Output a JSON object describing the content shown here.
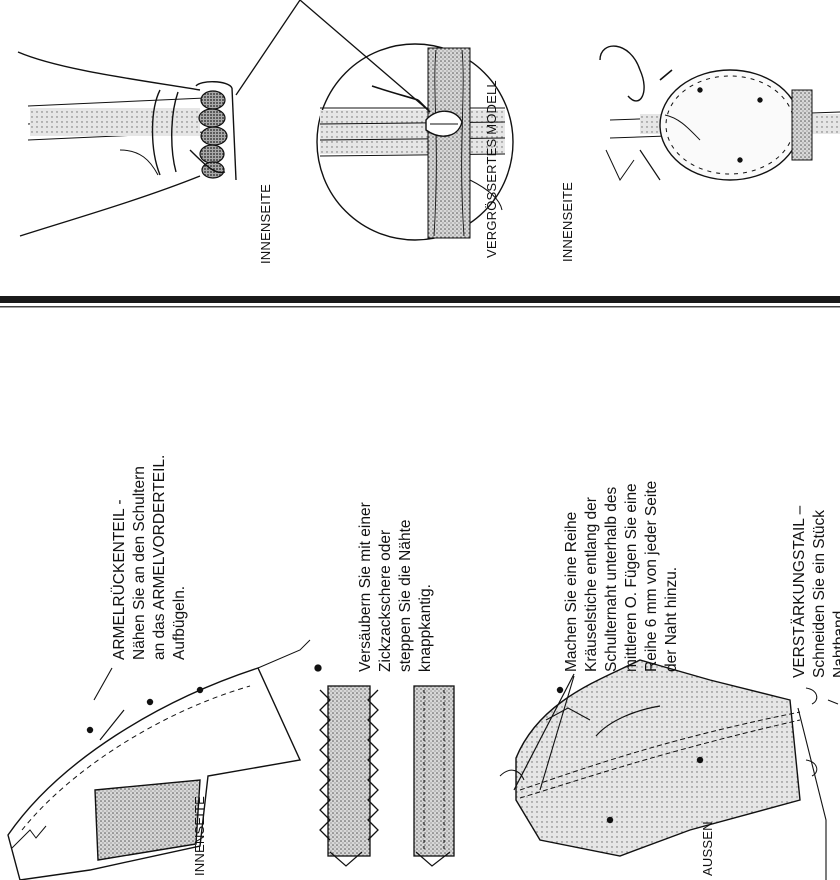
{
  "labels": {
    "innenseite_top_left": "INNENSEITE",
    "vergroessertes_modell": "VERGRÖSSERTES MODELL",
    "innenseite_top_right": "INNENSEITE",
    "innenseite_bottom_left": "INNENSEITE",
    "aussen": "AUSSEN"
  },
  "instructions": {
    "step1": "ARMELRÜCKENTEIL -\nNähen Sie an den Schultern\nan das ARMELVORDERTEIL.\nAufbügeln.",
    "step2": "Versäubern Sie mit einer\nZickzackschere oder\nsteppen Sie die Nähte\nknappkantig.",
    "step3": "Machen Sie eine Reihe\nKräuselstiche entlang der\nSchulternaht unterhalb des\nmittleren O. Fügen Sie eine\nReihe 6 mm von jeder Seite\nder Naht hinzu.",
    "step4": "VERSTÄRKUNGSTAIL –\nSchneiden Sie ein Stück\nNahtband..."
  }
}
